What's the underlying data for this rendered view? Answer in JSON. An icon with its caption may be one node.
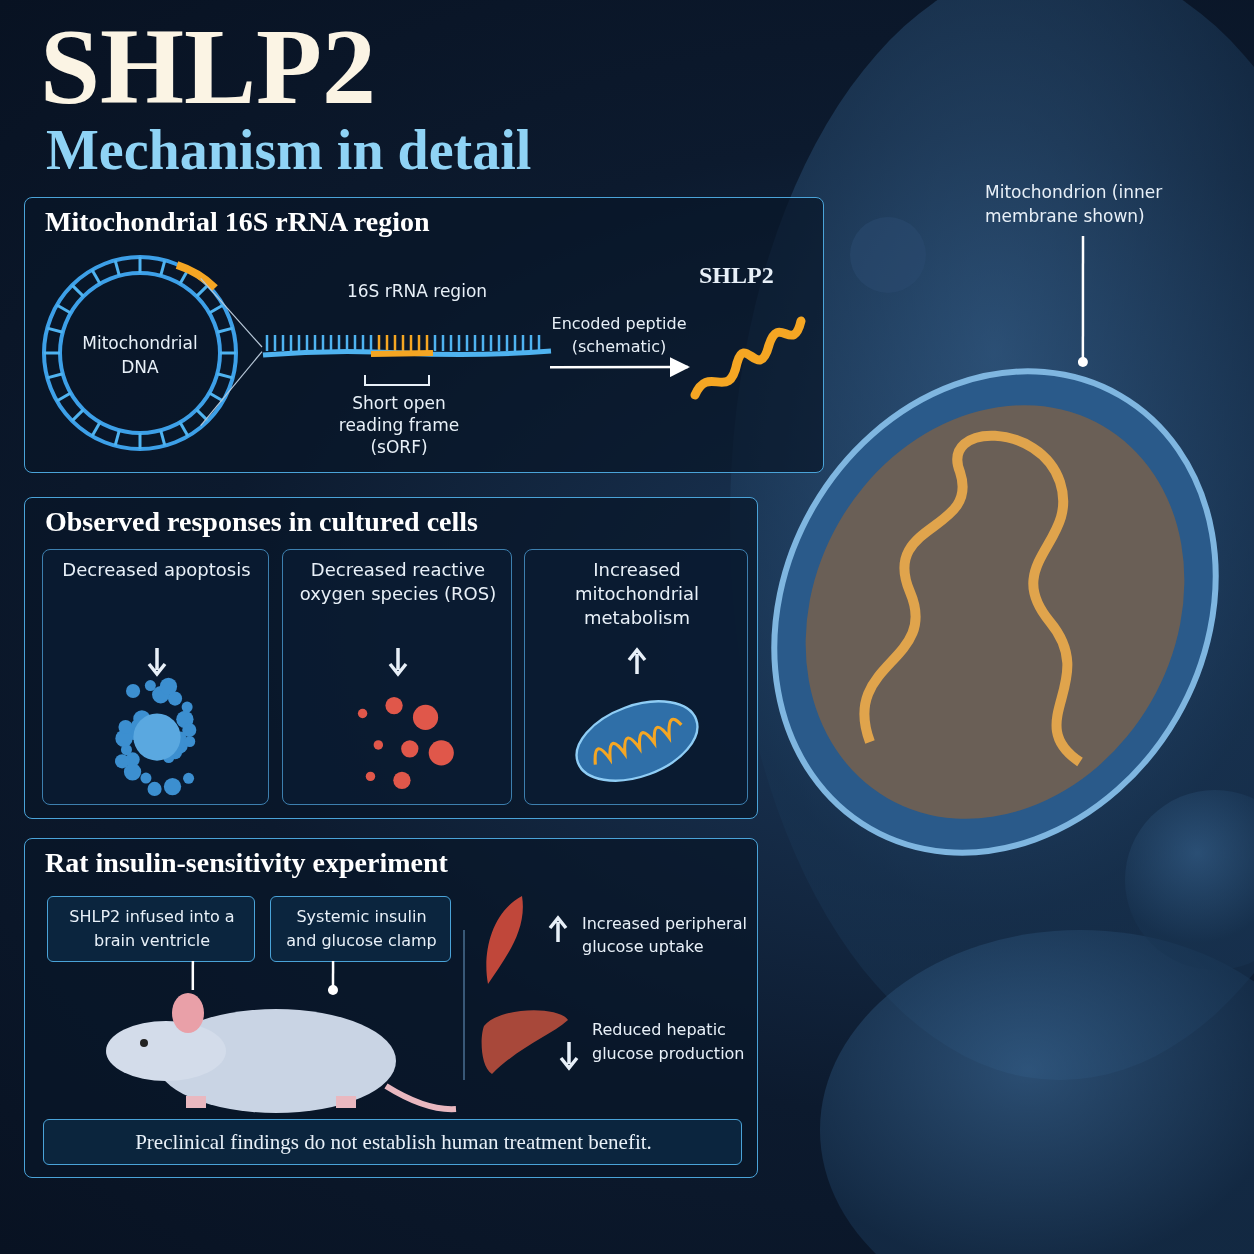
{
  "diagram": {
    "title": "SHLP2",
    "nodes": [
      {
        "text": [
          "Mitochondrial 16S rRNA region"
        ]
      },
      {
        "text": [
          "Mitochondrial DNA"
        ],
        "in": 0
      },
      {
        "text": [
          "16S rRNA region"
        ],
        "in": 0
      },
      {
        "text": [
          "SHLP2"
        ],
        "in": 0
      },
      {
        "text": [
          "Observed responses in cultured cells"
        ]
      },
      {
        "text": [
          "Decreased apoptosis"
        ],
        "in": 4
      },
      {
        "text": [
          "Decreased reactive oxygen species (ROS)"
        ],
        "in": 4
      },
      {
        "text": [
          "Increased mitochondrial metabolism"
        ],
        "in": 4
      },
      {
        "text": [
          "Rat insulin-sensitivity experiment"
        ]
      },
      {
        "text": [
          "SHLP2 infused into a brain ventricle"
        ],
        "in": 8
      },
      {
        "text": [
          "Systemic insulin and glucose clamp"
        ],
        "in": 8
      },
      {
        "text": [],
        "shape": "picture",
        "in": 8
      },
      {
        "text": [
          "Preclinical findings do not establish human treatment benefit."
        ],
        "in": 8
      },
      {
        "text": [
          "Mitochondrion (inner membrane shown)"
        ]
      },
      {
        "text": [],
        "shape": "picture"
      }
    ],
    "edges": [
      {
        "from": 1,
        "to": 2,
        "arrow": "none"
      },
      {
        "from": 1,
        "to": 2,
        "arrow": "none"
      },
      {
        "from": 2,
        "to": 3,
        "arrow": "to",
        "label": "Encoded peptide (schematic)"
      },
      {
        "from": 9,
        "to": 11,
        "arrow": "none"
      },
      {
        "from": 10,
        "to": 11,
        "arrow": "other"
      },
      {
        "from": 13,
        "to": 14,
        "arrow": "other"
      }
    ],
    "labels": [
      "Mechanism in detail",
      "Short open reading frame (sORF)",
      "Increased peripheral glucose uptake",
      "Reduced hepatic glucose production"
    ]
  }
}
